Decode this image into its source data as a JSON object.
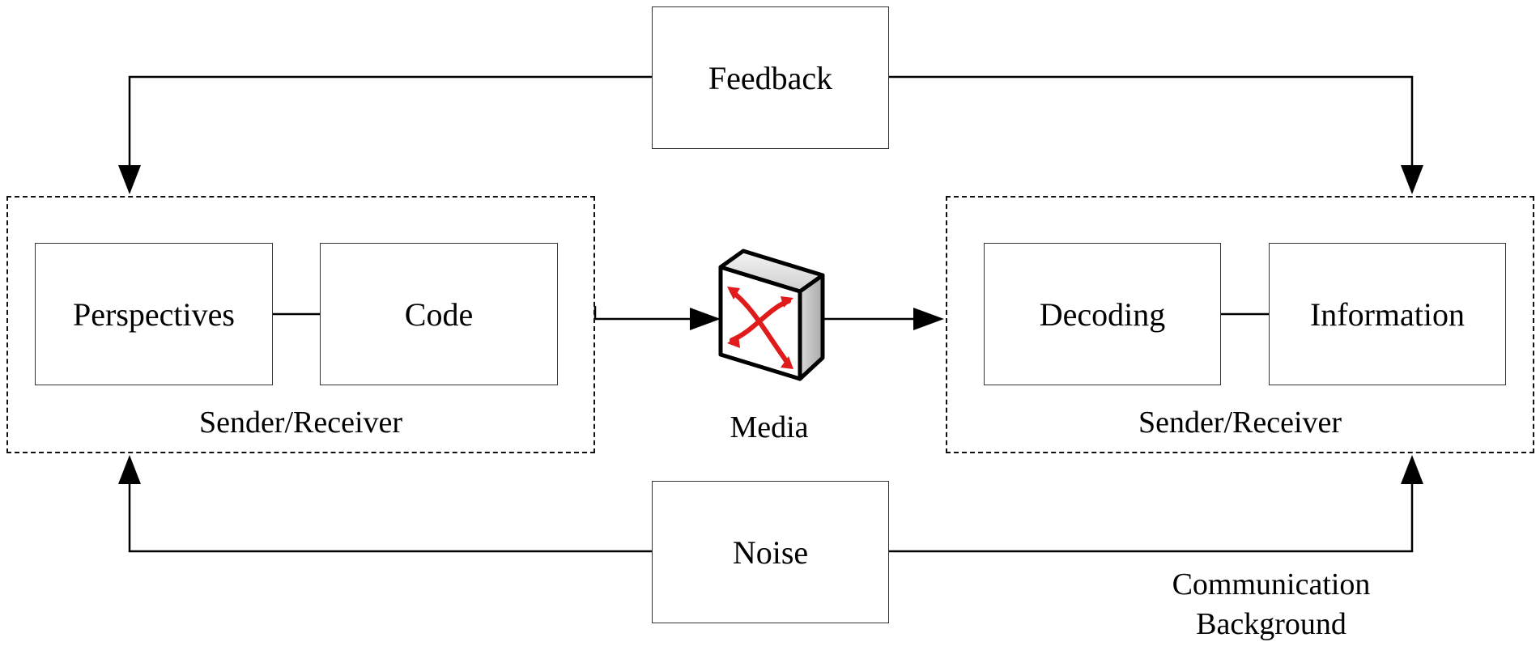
{
  "feedback": {
    "label": "Feedback"
  },
  "noise": {
    "label": "Noise"
  },
  "media": {
    "label": "Media",
    "icon": "router-icon",
    "icon_accent": "#e01b1b"
  },
  "left_group": {
    "caption": "Sender/Receiver",
    "boxes": [
      "Perspectives",
      "Code"
    ]
  },
  "right_group": {
    "caption": "Sender/Receiver",
    "boxes": [
      "Decoding",
      "Information"
    ]
  },
  "background": {
    "line1": "Communication",
    "line2": "Background"
  }
}
